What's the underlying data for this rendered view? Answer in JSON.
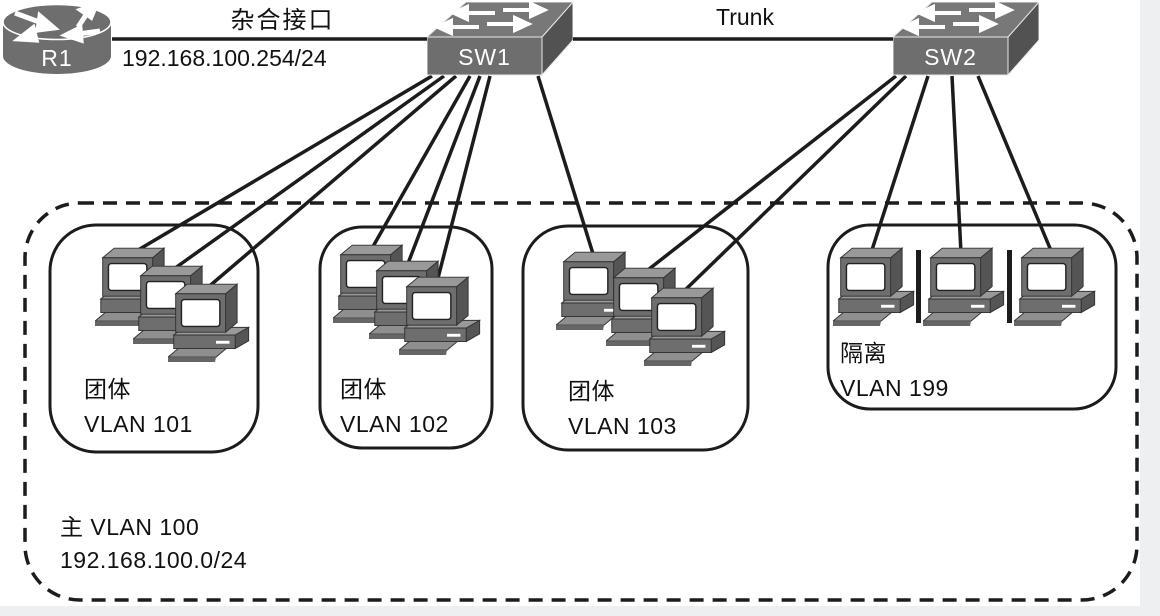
{
  "diagram_type": "private-vlan-topology",
  "colors": {
    "background": "#ffffff",
    "device_gray": "#6e6e6e",
    "device_top_gray": "#8a8a8a",
    "device_side_gray": "#525252",
    "cable_black": "#1c1c1c",
    "page_margin_gray": "#edeff1"
  },
  "devices": {
    "router": {
      "name": "R1"
    },
    "sw1": {
      "name": "SW1"
    },
    "sw2": {
      "name": "SW2"
    }
  },
  "links": {
    "promiscuous_label": "杂合接口",
    "router_ip": "192.168.100.254/24",
    "trunk_label": "Trunk"
  },
  "groups": [
    {
      "kind": "community",
      "type_label": "团体",
      "vlan_label": "VLAN 101",
      "pc_count": 3
    },
    {
      "kind": "community",
      "type_label": "团体",
      "vlan_label": "VLAN 102",
      "pc_count": 3
    },
    {
      "kind": "community",
      "type_label": "团体",
      "vlan_label": "VLAN 103",
      "pc_count": 3
    },
    {
      "kind": "isolated",
      "type_label": "隔离",
      "vlan_label": "VLAN 199",
      "pc_count": 3
    }
  ],
  "primary_vlan": {
    "name_label": "主 VLAN 100",
    "subnet": "192.168.100.0/24"
  }
}
